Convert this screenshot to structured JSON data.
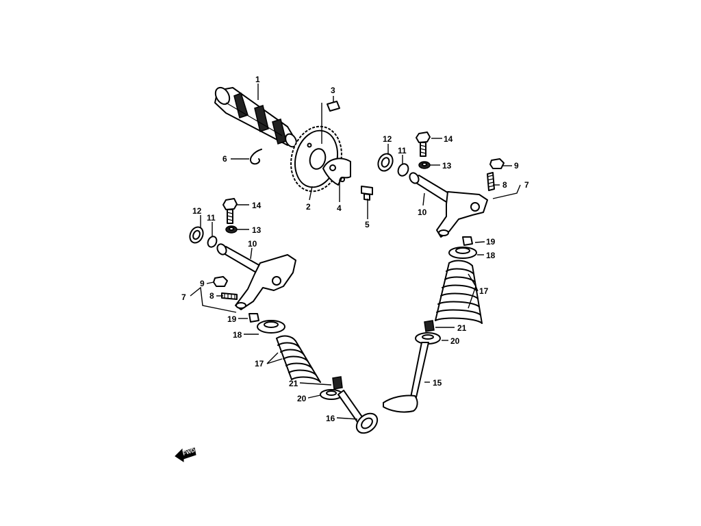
{
  "callouts": {
    "c1": "1",
    "c2": "2",
    "c3": "3",
    "c4": "4",
    "c5": "5",
    "c6": "6",
    "c7a": "7",
    "c7b": "7",
    "c8a": "8",
    "c8b": "8",
    "c9a": "9",
    "c9b": "9",
    "c10a": "10",
    "c10b": "10",
    "c11a": "11",
    "c11b": "11",
    "c12a": "12",
    "c12b": "12",
    "c13a": "13",
    "c13b": "13",
    "c14a": "14",
    "c14b": "14",
    "c15": "15",
    "c16": "16",
    "c17a": "17",
    "c17b": "17",
    "c18a": "18",
    "c18b": "18",
    "c19a": "19",
    "c19b": "19",
    "c20a": "20",
    "c20b": "20",
    "c21a": "21",
    "c21b": "21"
  },
  "direction_marker": {
    "label": "FWD"
  }
}
